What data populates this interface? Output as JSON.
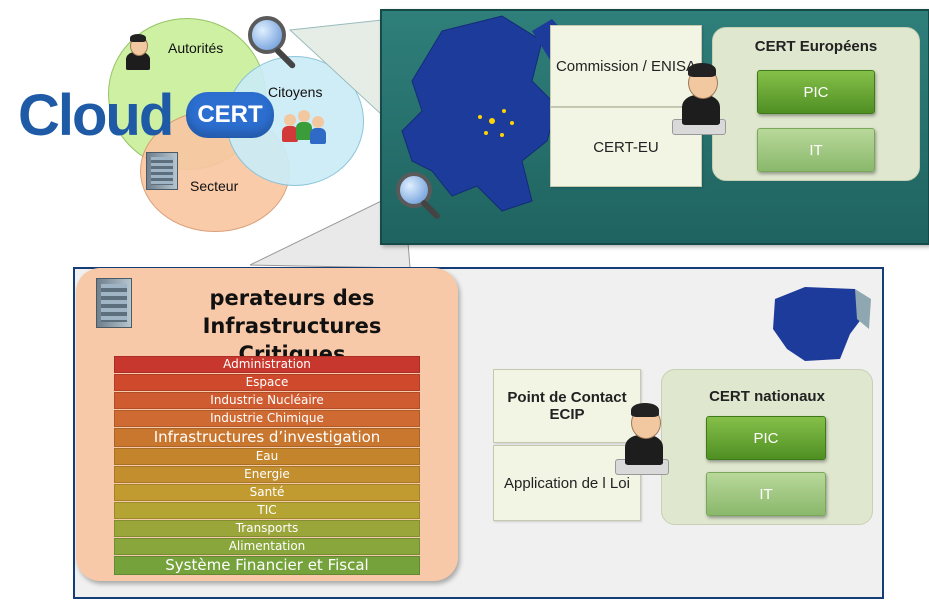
{
  "logo": {
    "word": "Cloud",
    "badge": "CERT"
  },
  "venn": {
    "top_label": "Autorités",
    "right_label": "Citoyens",
    "bottom_label": "Secteur"
  },
  "eu": {
    "boxes": [
      {
        "label": "Commission / ENISA"
      },
      {
        "label": "CERT-EU"
      }
    ],
    "group": {
      "title": "CERT Européens",
      "buttons": [
        "PIC",
        "IT"
      ]
    }
  },
  "oic": {
    "title_line1": "perateurs des Infrastructures",
    "title_line2": "Critiques",
    "sectors": [
      {
        "label": "Administration",
        "color": "#c8372d"
      },
      {
        "label": "Espace",
        "color": "#cf4a2c"
      },
      {
        "label": "Industrie Nucléaire",
        "color": "#cf5b30"
      },
      {
        "label": "Industrie Chimique",
        "color": "#cf6a32"
      },
      {
        "label": "Infrastructures d’investigation",
        "color": "#c9762f",
        "big": true
      },
      {
        "label": "Eau",
        "color": "#c4842c"
      },
      {
        "label": "Energie",
        "color": "#c38e2e"
      },
      {
        "label": "Santé",
        "color": "#c19a30"
      },
      {
        "label": "TIC",
        "color": "#b3a434"
      },
      {
        "label": "Transports",
        "color": "#9aa63a"
      },
      {
        "label": "Alimentation",
        "color": "#88a63c"
      },
      {
        "label": "Système Financier et Fiscal",
        "color": "#76a23c",
        "big": true
      }
    ]
  },
  "national": {
    "boxes": [
      {
        "label": "Point de Contact ECIP"
      },
      {
        "label": "Application de l Loi"
      }
    ],
    "group": {
      "title": "CERT nationaux",
      "buttons": [
        "PIC",
        "IT"
      ]
    }
  },
  "colors": {
    "eu_panel": "#2f7c7a",
    "border_blue": "#163d78",
    "pic_green": "#5e9e2c",
    "it_green": "#9fc77e",
    "oic_bg": "#f8c9a8"
  }
}
